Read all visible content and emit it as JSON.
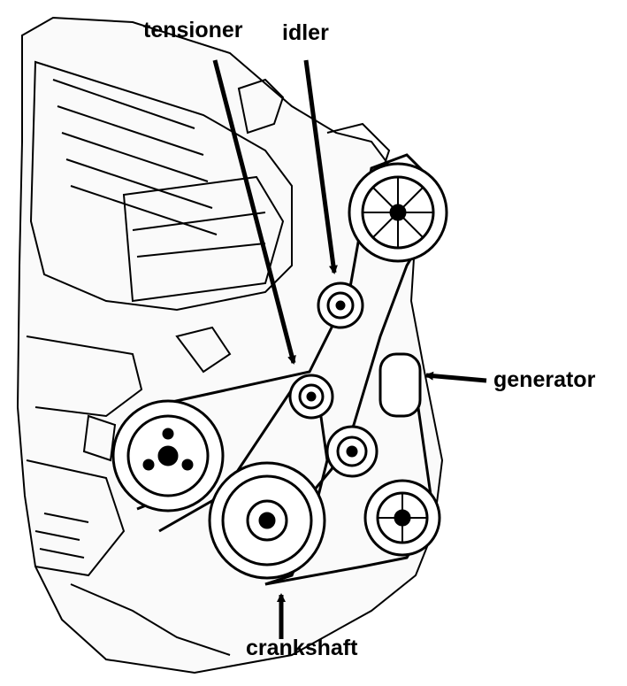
{
  "labels": {
    "tensioner": "tensioner",
    "idler": "idler",
    "generator": "generator",
    "crankshaft": "crankshaft"
  },
  "colors": {
    "ink": "#000000",
    "paper": "#ffffff",
    "engine_shade": "#e8e8e8"
  }
}
